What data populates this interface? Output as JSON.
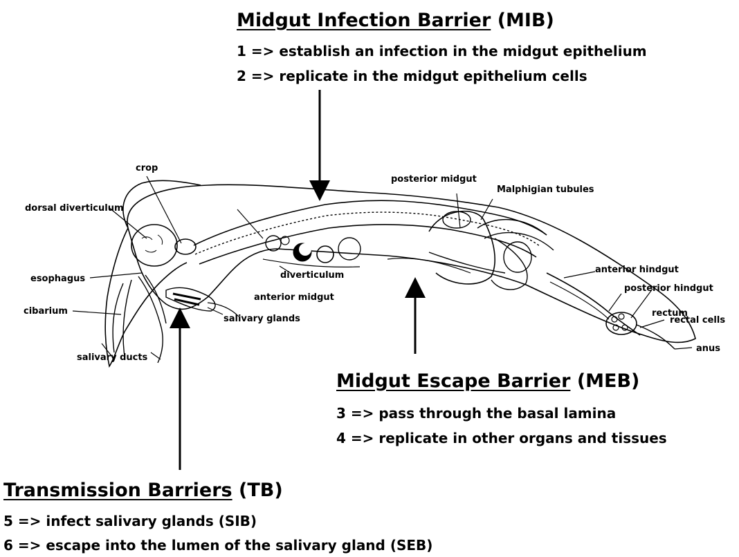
{
  "barriers": {
    "mib": {
      "name": "Midgut Infection Barrier",
      "abbr": "(MIB)",
      "steps": [
        "1 => establish an infection in the midgut epithelium",
        "2 => replicate in the midgut epithelium cells"
      ]
    },
    "meb": {
      "name": "Midgut Escape Barrier",
      "abbr": "(MEB)",
      "steps": [
        "3 => pass through the basal lamina",
        "4 => replicate in other organs and tissues"
      ]
    },
    "tb": {
      "name": "Transmission Barriers",
      "abbr": "(TB)",
      "steps": [
        "5 => infect salivary glands (SIB)",
        "6 => escape into the lumen of the salivary gland (SEB)"
      ]
    }
  },
  "anatomy": {
    "crop": "crop",
    "dorsal_diverticulum": "dorsal diverticulum",
    "esophagus": "esophagus",
    "cibarium": "cibarium",
    "salivary_ducts": "salivary ducts",
    "salivary_glands": "salivary glands",
    "anterior_midgut": "anterior midgut",
    "diverticulum": "diverticulum",
    "posterior_midgut": "posterior midgut",
    "malphigian_tubules": "Malphigian tubules",
    "anterior_hindgut": "anterior hindgut",
    "posterior_hindgut": "posterior hindgut",
    "rectum": "rectum",
    "rectal_cells": "rectal cells",
    "anus": "anus"
  },
  "colors": {
    "ink": "#000000",
    "background": "#ffffff"
  }
}
